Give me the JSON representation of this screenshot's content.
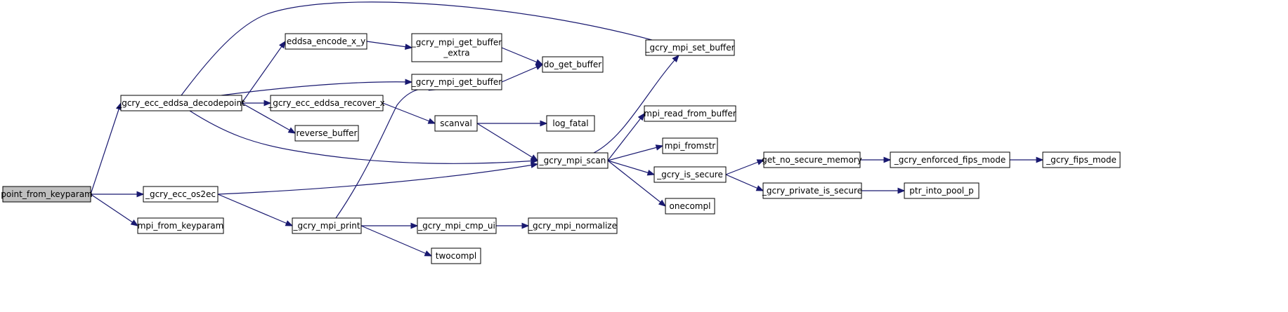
{
  "colors": {
    "edge": "#191970",
    "root_fill": "#bfbfbf",
    "node_fill": "#ffffff",
    "node_border": "#000000"
  },
  "nodes": {
    "point_from_keyparam": [
      "point_from_keyparam"
    ],
    "gcry_ecc_eddsa_decodepoint": [
      "_gcry_ecc_eddsa_decodepoint"
    ],
    "gcry_ecc_os2ec": [
      "_gcry_ecc_os2ec"
    ],
    "mpi_from_keyparam": [
      "mpi_from_keyparam"
    ],
    "eddsa_encode_x_y": [
      "eddsa_encode_x_y"
    ],
    "gcry_ecc_eddsa_recover_x": [
      "_gcry_ecc_eddsa_recover_x"
    ],
    "reverse_buffer": [
      "reverse_buffer"
    ],
    "gcry_mpi_get_buffer_extra": [
      "_gcry_mpi_get_buffer",
      "_extra"
    ],
    "gcry_mpi_get_buffer": [
      "_gcry_mpi_get_buffer"
    ],
    "scanval": [
      "scanval"
    ],
    "gcry_mpi_print": [
      "_gcry_mpi_print"
    ],
    "do_get_buffer": [
      "do_get_buffer"
    ],
    "log_fatal": [
      "log_fatal"
    ],
    "gcry_mpi_scan": [
      "_gcry_mpi_scan"
    ],
    "gcry_mpi_cmp_ui": [
      "_gcry_mpi_cmp_ui"
    ],
    "twocompl": [
      "twocompl"
    ],
    "gcry_mpi_set_buffer": [
      "_gcry_mpi_set_buffer"
    ],
    "mpi_read_from_buffer": [
      "mpi_read_from_buffer"
    ],
    "mpi_fromstr": [
      "mpi_fromstr"
    ],
    "gcry_is_secure": [
      "_gcry_is_secure"
    ],
    "onecompl": [
      "onecompl"
    ],
    "gcry_mpi_normalize": [
      "_gcry_mpi_normalize"
    ],
    "get_no_secure_memory": [
      "get_no_secure_memory"
    ],
    "gcry_private_is_secure": [
      "_gcry_private_is_secure"
    ],
    "gcry_enforced_fips_mode": [
      "_gcry_enforced_fips_mode"
    ],
    "ptr_into_pool_p": [
      "ptr_into_pool_p"
    ],
    "gcry_fips_mode": [
      "_gcry_fips_mode"
    ]
  },
  "edges": [
    [
      "point_from_keyparam",
      "gcry_ecc_eddsa_decodepoint"
    ],
    [
      "point_from_keyparam",
      "gcry_ecc_os2ec"
    ],
    [
      "point_from_keyparam",
      "mpi_from_keyparam"
    ],
    [
      "gcry_ecc_eddsa_decodepoint",
      "gcry_mpi_set_buffer"
    ],
    [
      "gcry_ecc_eddsa_decodepoint",
      "eddsa_encode_x_y"
    ],
    [
      "gcry_ecc_eddsa_decodepoint",
      "gcry_mpi_get_buffer"
    ],
    [
      "gcry_ecc_eddsa_decodepoint",
      "gcry_ecc_eddsa_recover_x"
    ],
    [
      "gcry_ecc_eddsa_decodepoint",
      "reverse_buffer"
    ],
    [
      "gcry_ecc_eddsa_decodepoint",
      "gcry_mpi_scan"
    ],
    [
      "eddsa_encode_x_y",
      "gcry_mpi_get_buffer_extra"
    ],
    [
      "gcry_mpi_get_buffer_extra",
      "do_get_buffer"
    ],
    [
      "gcry_mpi_get_buffer",
      "do_get_buffer"
    ],
    [
      "gcry_ecc_eddsa_recover_x",
      "scanval"
    ],
    [
      "scanval",
      "log_fatal"
    ],
    [
      "scanval",
      "gcry_mpi_scan"
    ],
    [
      "gcry_ecc_os2ec",
      "gcry_mpi_scan"
    ],
    [
      "gcry_ecc_os2ec",
      "gcry_mpi_print"
    ],
    [
      "gcry_mpi_print",
      "gcry_mpi_get_buffer"
    ],
    [
      "gcry_mpi_print",
      "gcry_mpi_cmp_ui"
    ],
    [
      "gcry_mpi_print",
      "twocompl"
    ],
    [
      "gcry_mpi_cmp_ui",
      "gcry_mpi_normalize"
    ],
    [
      "gcry_mpi_scan",
      "gcry_mpi_set_buffer"
    ],
    [
      "gcry_mpi_scan",
      "mpi_read_from_buffer"
    ],
    [
      "gcry_mpi_scan",
      "mpi_fromstr"
    ],
    [
      "gcry_mpi_scan",
      "gcry_is_secure"
    ],
    [
      "gcry_mpi_scan",
      "onecompl"
    ],
    [
      "gcry_is_secure",
      "get_no_secure_memory"
    ],
    [
      "gcry_is_secure",
      "gcry_private_is_secure"
    ],
    [
      "get_no_secure_memory",
      "gcry_enforced_fips_mode"
    ],
    [
      "gcry_enforced_fips_mode",
      "gcry_fips_mode"
    ],
    [
      "gcry_private_is_secure",
      "ptr_into_pool_p"
    ]
  ]
}
